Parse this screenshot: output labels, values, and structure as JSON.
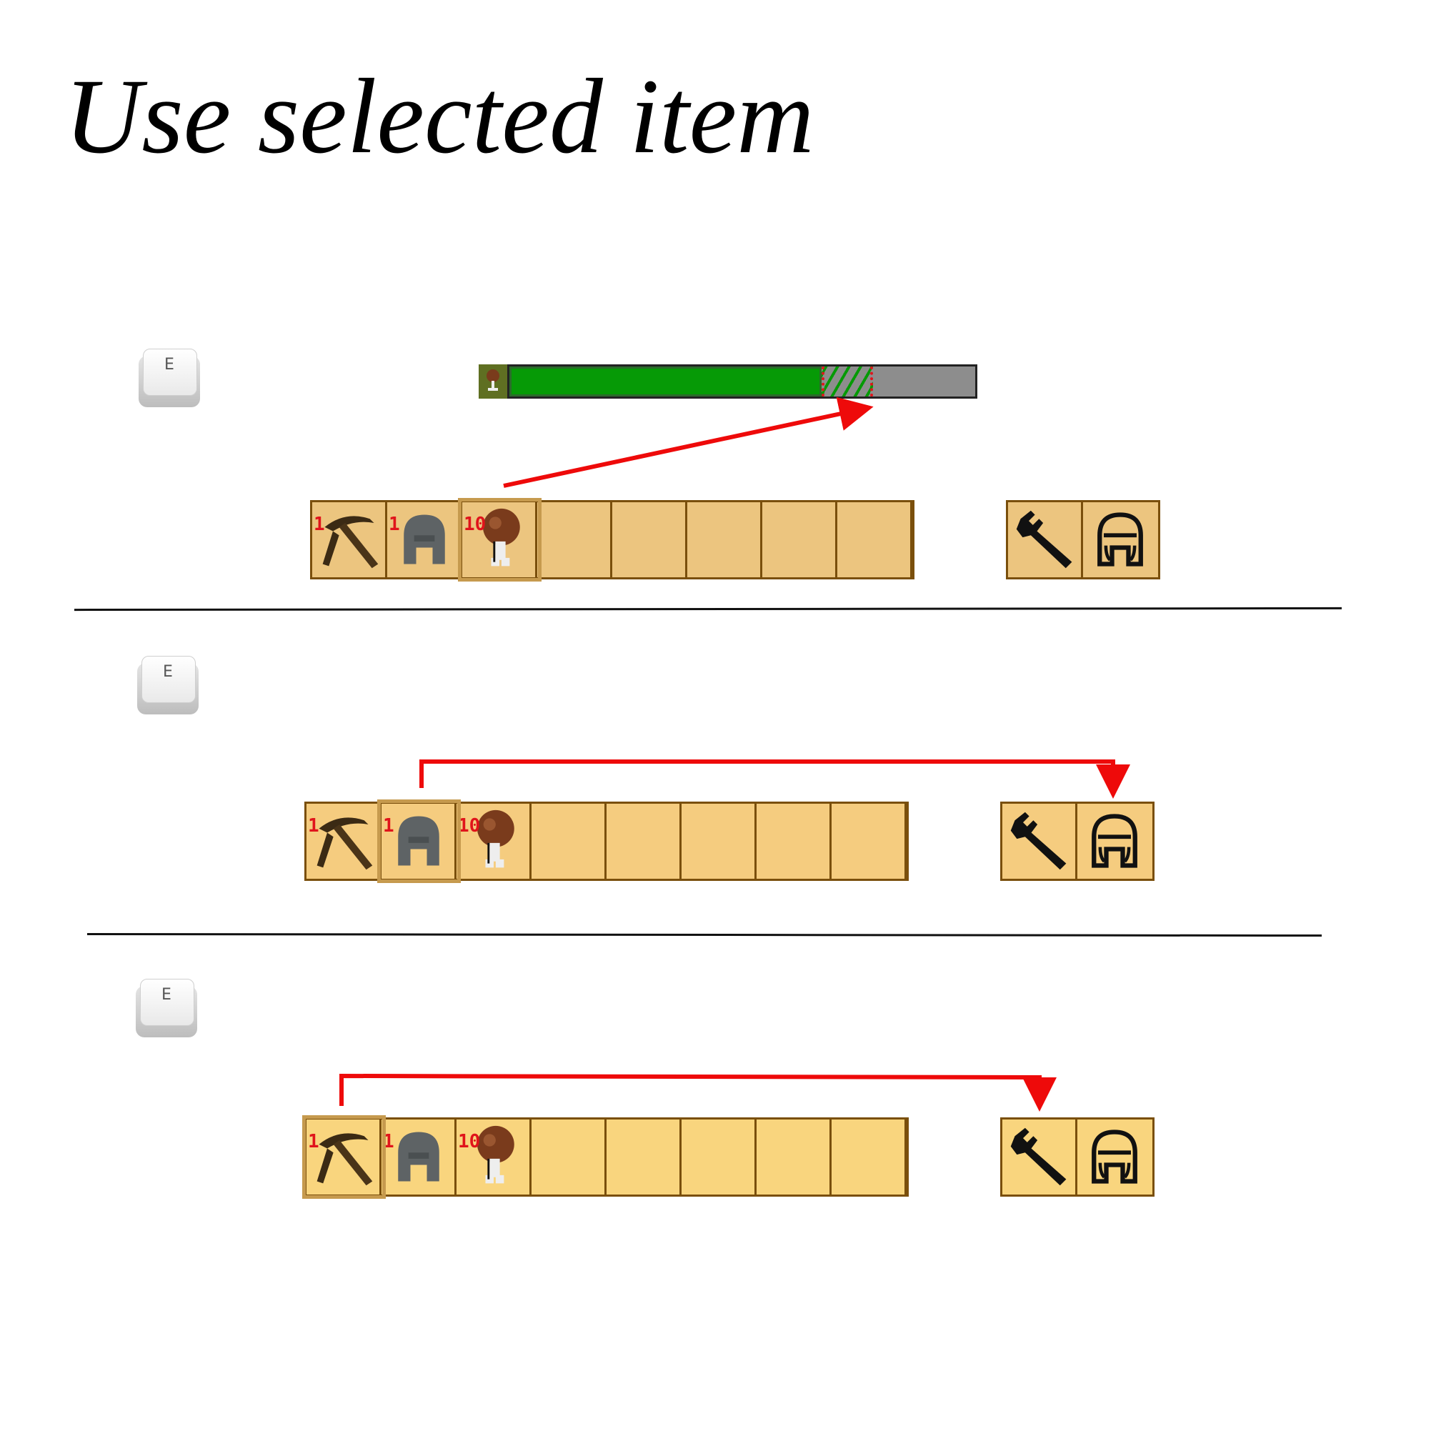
{
  "title": "Use selected item",
  "key_label": "E",
  "panels": [
    {
      "selected_slot": 3,
      "counts": [
        "1",
        "1",
        "10"
      ],
      "target": "hunger-bar",
      "hunger": {
        "current_fraction": 0.67,
        "gain_fraction": 0.11
      }
    },
    {
      "selected_slot": 2,
      "counts": [
        "1",
        "1",
        "10"
      ],
      "target": "equipment-armor-slot"
    },
    {
      "selected_slot": 1,
      "counts": [
        "1",
        "1",
        "10"
      ],
      "target": "equipment-tool-slot"
    }
  ],
  "colors": {
    "slot_panel_1": "#ecc57f",
    "slot_panel_2": "#f5cc7f",
    "slot_panel_3": "#f9d57e",
    "slot_border": "#7a4f0c",
    "selection": "#c69a4e",
    "arrow": "#ee0a0a",
    "count_text": "#e0141b",
    "hunger_fill": "#069a06",
    "hunger_empty": "#8d8d8d"
  },
  "icons": [
    "pickaxe-icon",
    "helmet-icon",
    "meat-drumstick-icon",
    "wrench-icon",
    "helmet-outline-icon",
    "e-key-icon"
  ]
}
